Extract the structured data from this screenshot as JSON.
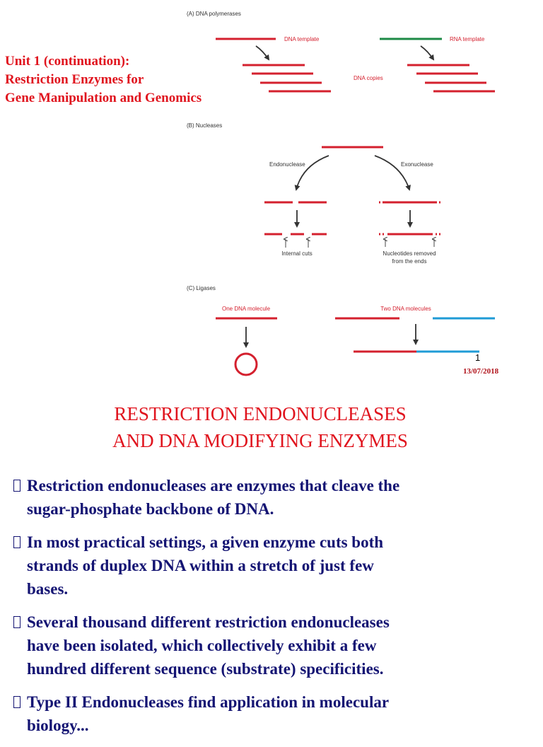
{
  "unit_title": {
    "line1": "Unit 1 (continuation):",
    "line2": "Restriction Enzymes for",
    "line3": "Gene Manipulation and Genomics"
  },
  "figure": {
    "panel_a": {
      "title": "(A) DNA polymerases",
      "dna_template": "DNA template",
      "rna_template": "RNA template",
      "dna_copies": "DNA copies"
    },
    "panel_b": {
      "title": "(B) Nucleases",
      "endonuclease": "Endonuclease",
      "exonuclease": "Exonuclease",
      "internal_cuts": "Internal cuts",
      "removed_line1": "Nucleotides removed",
      "removed_line2": "from the ends"
    },
    "panel_c": {
      "title": "(C) Ligases",
      "one_molecule": "One DNA molecule",
      "two_molecules": "Two DNA molecules"
    },
    "colors": {
      "dna": "#d4202e",
      "rna": "#1d8a45",
      "second_dna": "#1f9bd6",
      "arrow": "#333333"
    }
  },
  "slide_number": "1",
  "date": "13/07/2018",
  "heading": {
    "line1": "RESTRICTION ENDONUCLEASES",
    "line2": "AND DNA MODIFYING ENZYMES"
  },
  "bullets": [
    {
      "lines": [
        "Restriction endonucleases are enzymes that cleave the",
        "sugar-phosphate backbone of DNA."
      ]
    },
    {
      "lines": [
        "In most practical settings, a given enzyme cuts both",
        "strands of duplex DNA within a stretch of just few",
        "bases."
      ]
    },
    {
      "lines": [
        "Several thousand different restriction endonucleases",
        "have been isolated, which collectively exhibit a few",
        "hundred different sequence (substrate) specificities."
      ]
    },
    {
      "lines": [
        "Type II Endonucleases find application in molecular",
        "biology..."
      ]
    }
  ],
  "colors": {
    "title_red": "#e0141e",
    "body_navy": "#141473"
  }
}
